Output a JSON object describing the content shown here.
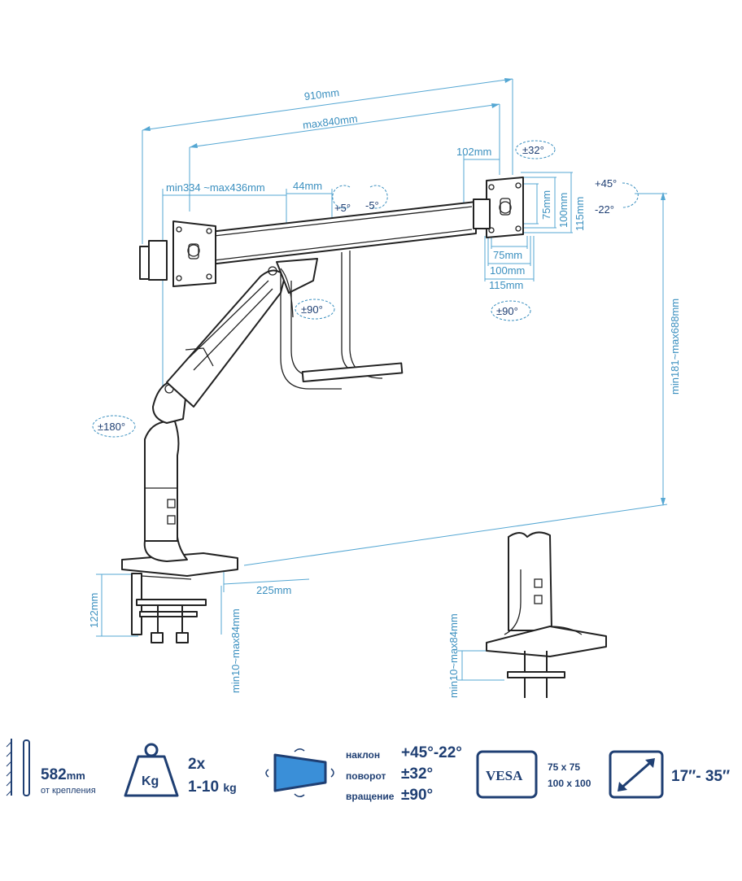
{
  "dimensions": {
    "total_width": "910mm",
    "max_width": "max840mm",
    "arm_extension": "min334 ~max436mm",
    "offset_44": "44mm",
    "offset_102": "102mm",
    "height_range": "min181~max688mm",
    "base_depth": "225mm",
    "clamp_height": "122mm",
    "clamp_range_1": "min10~max84mm",
    "clamp_range_2": "min10~max84mm",
    "vesa_h_75": "75mm",
    "vesa_h_100": "100mm",
    "vesa_h_115": "115mm",
    "vesa_w_75": "75mm",
    "vesa_w_100": "100mm",
    "vesa_w_115": "115mm"
  },
  "angles": {
    "tilt_up": "+5°",
    "tilt_down": "-5°",
    "swivel_32": "±32°",
    "tilt_up_45": "+45°",
    "tilt_down_22": "-22°",
    "rotate_90_left": "±90°",
    "rotate_90_right": "±90°",
    "rotate_180": "±180°"
  },
  "footer": {
    "depth_value": "582",
    "depth_unit": "mm",
    "depth_caption": "от крепления",
    "weight_icon_label": "Kg",
    "weight_count": "2x",
    "weight_range": "1-10",
    "weight_unit": "kg",
    "tilt_label": "наклон",
    "tilt_value": "+45°-22°",
    "swivel_label": "поворот",
    "swivel_value": "±32°",
    "rotation_label": "вращение",
    "rotation_value": "±90°",
    "vesa_label": "VESA",
    "vesa_size_1": "75 x 75",
    "vesa_size_2": "100 x 100",
    "screen_range": "17″- 35″"
  },
  "colors": {
    "dimension_line": "#55a7d3",
    "dimension_text": "#3a8fbf",
    "icon_navy": "#1f3f73",
    "screen_fill": "#3a8fd8"
  }
}
